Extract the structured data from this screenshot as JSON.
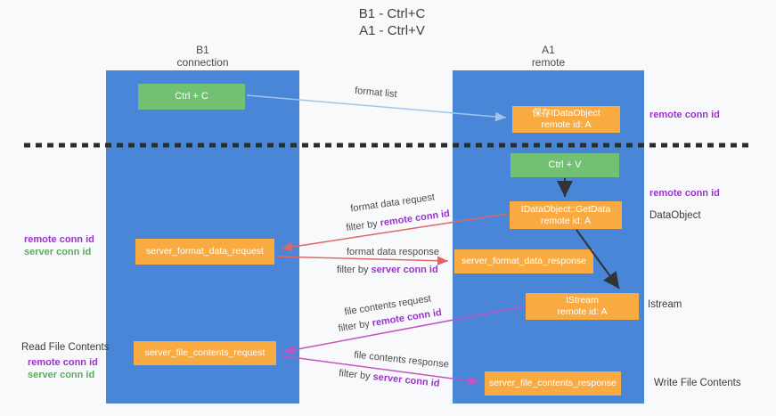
{
  "title": {
    "line1": "B1 - Ctrl+C",
    "line2": "A1 - Ctrl+V"
  },
  "columns": {
    "left": {
      "title": "B1",
      "subtitle": "connection"
    },
    "right": {
      "title": "A1",
      "subtitle": "remote"
    }
  },
  "boxes": {
    "ctrl_c": {
      "label": "Ctrl + C"
    },
    "ctrl_v": {
      "label": "Ctrl + V"
    },
    "save_dataobject": {
      "line1": "保存IDataObject",
      "line2": "remote id: A"
    },
    "getdata": {
      "line1": "IDataObject::GetData",
      "line2": "remote id: A"
    },
    "istream": {
      "line1": "IStream",
      "line2": "remote id: A"
    },
    "format_request": {
      "label": "server_format_data_request"
    },
    "format_response": {
      "label": "server_format_data_response"
    },
    "file_request": {
      "label": "server_file_contents_request"
    },
    "file_response": {
      "label": "server_file_contents_response"
    }
  },
  "arrow_labels": {
    "format_list": "format list",
    "format_data_request": "format data request",
    "format_data_response": "format data response",
    "file_contents_request": "file contents request",
    "file_contents_response": "file contents response",
    "filter_by": "filter by ",
    "remote_conn_id": "remote conn id",
    "server_conn_id": "server conn id"
  },
  "side_labels": {
    "left_mid": {
      "remote": "remote conn id",
      "server": "server conn id"
    },
    "left_bottom": {
      "title": "Read File Contents",
      "remote": "remote conn id",
      "server": "server conn id"
    },
    "right": {
      "remote_top": "remote conn id",
      "remote_mid": "remote conn id",
      "dataobject": "DataObject",
      "istream": "Istream",
      "write_file": "Write File Contents"
    }
  },
  "colors": {
    "column_blue": "#4a86d8",
    "box_green": "#71c074",
    "box_orange": "#f9ab42",
    "arrow_red": "#e06666",
    "arrow_magenta": "#c353c3",
    "arrow_blue": "#9fc5e8",
    "text_purple": "#9933cc",
    "text_green": "#61a861"
  }
}
